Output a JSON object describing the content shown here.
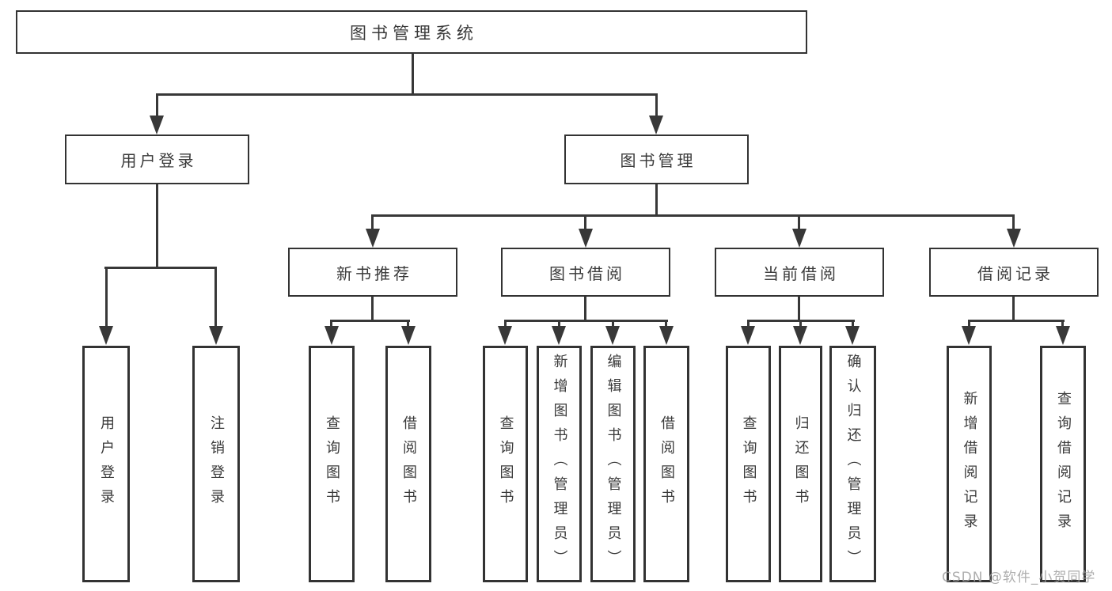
{
  "diagram": {
    "root": {
      "label": "图书管理系统",
      "children": [
        {
          "label": "用户登录",
          "children": [
            {
              "label": "用户登录"
            },
            {
              "label": "注销登录"
            }
          ]
        },
        {
          "label": "图书管理",
          "children": [
            {
              "label": "新书推荐",
              "children": [
                {
                  "label": "查询图书"
                },
                {
                  "label": "借阅图书"
                }
              ]
            },
            {
              "label": "图书借阅",
              "children": [
                {
                  "label": "查询图书"
                },
                {
                  "label": "新增图书（管理员）"
                },
                {
                  "label": "编辑图书（管理员）"
                },
                {
                  "label": "借阅图书"
                }
              ]
            },
            {
              "label": "当前借阅",
              "children": [
                {
                  "label": "查询图书"
                },
                {
                  "label": "归还图书"
                },
                {
                  "label": "确认归还（管理员）"
                }
              ]
            },
            {
              "label": "借阅记录",
              "children": [
                {
                  "label": "新增借阅记录"
                },
                {
                  "label": "查询借阅记录"
                }
              ]
            }
          ]
        }
      ]
    },
    "colors": {
      "line": "#383838",
      "border": "#333333",
      "text": "#3a3a3a",
      "watermark": "#a0a0a0"
    }
  },
  "watermark": {
    "text": "CSDN @软件_小贺同学"
  }
}
